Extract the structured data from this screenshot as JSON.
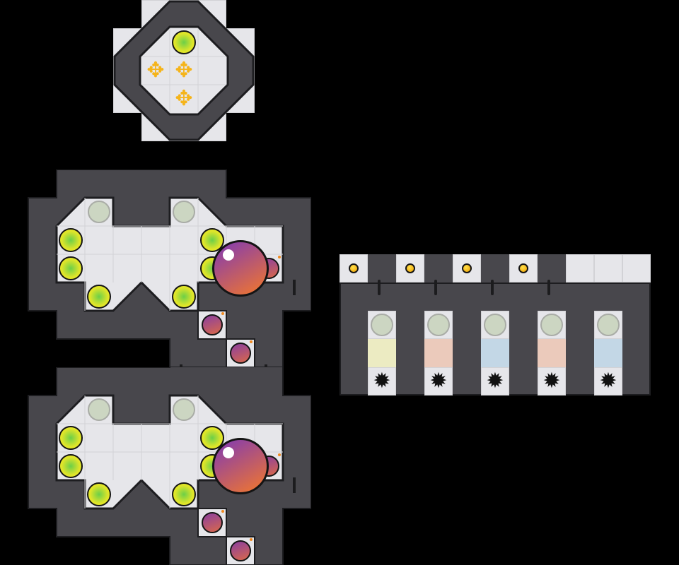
{
  "scene": "puzzle-levels",
  "colors": {
    "wall": "#48474c",
    "floor": "#e6e6ea",
    "target_dot": "#dfe52a",
    "empty_slot": "#ccd6c2",
    "ball_start": "#8a3fa8",
    "ball_end": "#e87238",
    "swatch_yellow": "#ecebc2",
    "swatch_peach": "#ebcabb",
    "swatch_blue": "#c3d7e6",
    "coin": "#f5b820"
  },
  "icons": {
    "cross": "✥",
    "gear": "✹"
  },
  "machine": {
    "swatches": [
      "swatch_yellow",
      "swatch_peach",
      "swatch_blue",
      "swatch_peach",
      "swatch_blue"
    ]
  }
}
